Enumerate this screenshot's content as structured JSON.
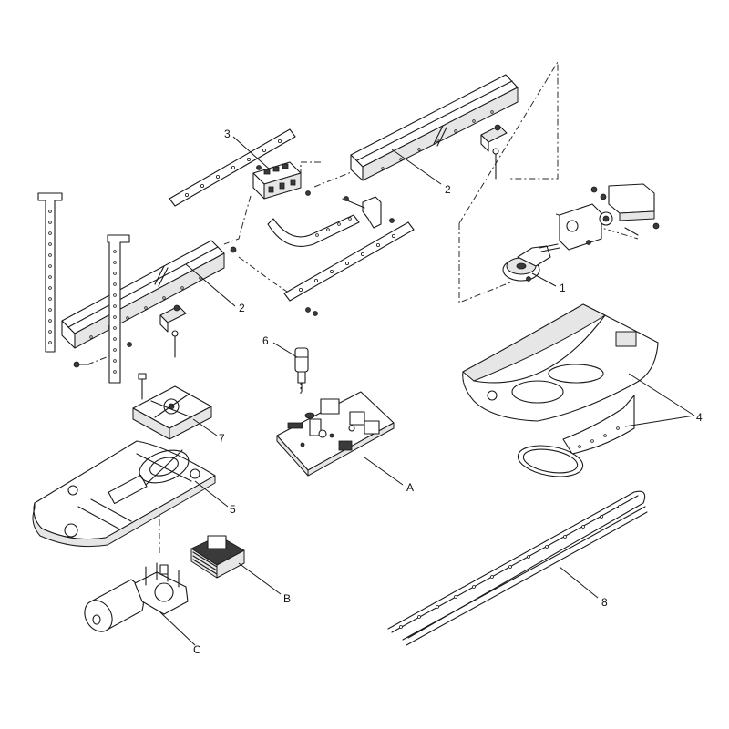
{
  "labels": {
    "part_1": "1",
    "part_2_upper": "2",
    "part_2_lower": "2",
    "part_3": "3",
    "part_4": "4",
    "part_5": "5",
    "part_6": "6",
    "part_7": "7",
    "part_8": "8",
    "part_A": "A",
    "part_B": "B",
    "part_C": "C"
  },
  "colors": {
    "line": "#1a1a1a",
    "fill": "#ffffff",
    "shade": "#e6e6e6"
  }
}
